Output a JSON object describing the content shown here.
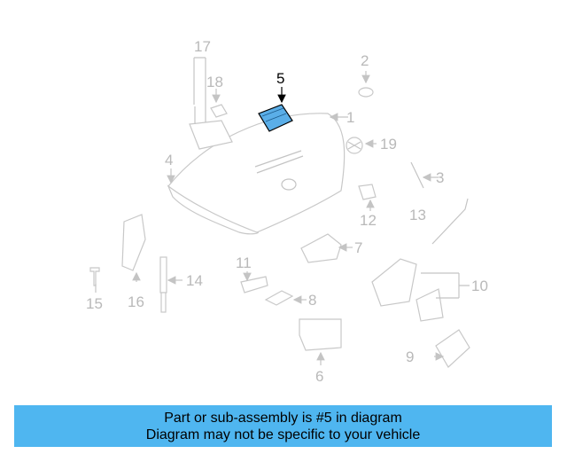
{
  "callouts": {
    "c1": "1",
    "c2": "2",
    "c3": "3",
    "c4": "4",
    "c5": "5",
    "c6": "6",
    "c7": "7",
    "c8": "8",
    "c9": "9",
    "c10": "10",
    "c11": "11",
    "c12": "12",
    "c13": "13",
    "c14": "14",
    "c15": "15",
    "c16": "16",
    "c17": "17",
    "c18": "18",
    "c19": "19"
  },
  "highlight": {
    "part": "5",
    "fill": "#5aaee8"
  },
  "banner": {
    "line1": "Part or sub-assembly is #5 in diagram",
    "line2": "Diagram may not be specific to your vehicle",
    "color": "#4fb6f0"
  }
}
